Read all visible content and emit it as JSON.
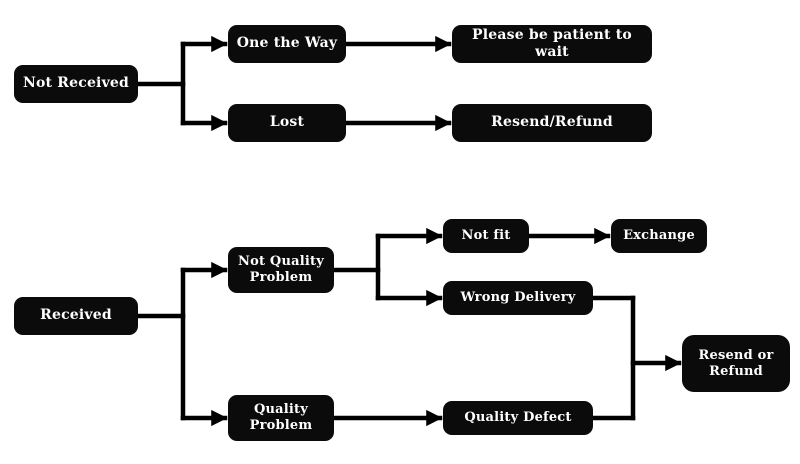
{
  "diagram_type": "flowchart",
  "nodes": {
    "not_received": {
      "label": "Not Received"
    },
    "one_the_way": {
      "label": "One the Way"
    },
    "lost": {
      "label": "Lost"
    },
    "be_patient": {
      "label": "Please be patient to wait"
    },
    "resend_refund": {
      "label": "Resend/Refund"
    },
    "received": {
      "label": "Received"
    },
    "not_quality_problem": {
      "label": "Not Quality Problem"
    },
    "quality_problem": {
      "label": "Quality Problem"
    },
    "not_fit": {
      "label": "Not fit"
    },
    "wrong_delivery": {
      "label": "Wrong Delivery"
    },
    "exchange": {
      "label": "Exchange"
    },
    "quality_defect": {
      "label": "Quality Defect"
    },
    "resend_or_refund": {
      "label": "Resend or Refund"
    }
  },
  "edges": [
    {
      "from": "Not Received",
      "to": "One the Way"
    },
    {
      "from": "Not Received",
      "to": "Lost"
    },
    {
      "from": "One the Way",
      "to": "Please be patient to wait"
    },
    {
      "from": "Lost",
      "to": "Resend/Refund"
    },
    {
      "from": "Received",
      "to": "Not Quality Problem"
    },
    {
      "from": "Received",
      "to": "Quality Problem"
    },
    {
      "from": "Not Quality Problem",
      "to": "Not fit"
    },
    {
      "from": "Not Quality Problem",
      "to": "Wrong Delivery"
    },
    {
      "from": "Not fit",
      "to": "Exchange"
    },
    {
      "from": "Wrong Delivery",
      "to": "Resend or Refund"
    },
    {
      "from": "Quality Problem",
      "to": "Quality Defect"
    },
    {
      "from": "Quality Defect",
      "to": "Resend or Refund"
    }
  ],
  "colors": {
    "page_bg": "#ffffff",
    "node_bg": "#0b0b0b",
    "node_text": "#ffffff",
    "connector": "#000000"
  }
}
